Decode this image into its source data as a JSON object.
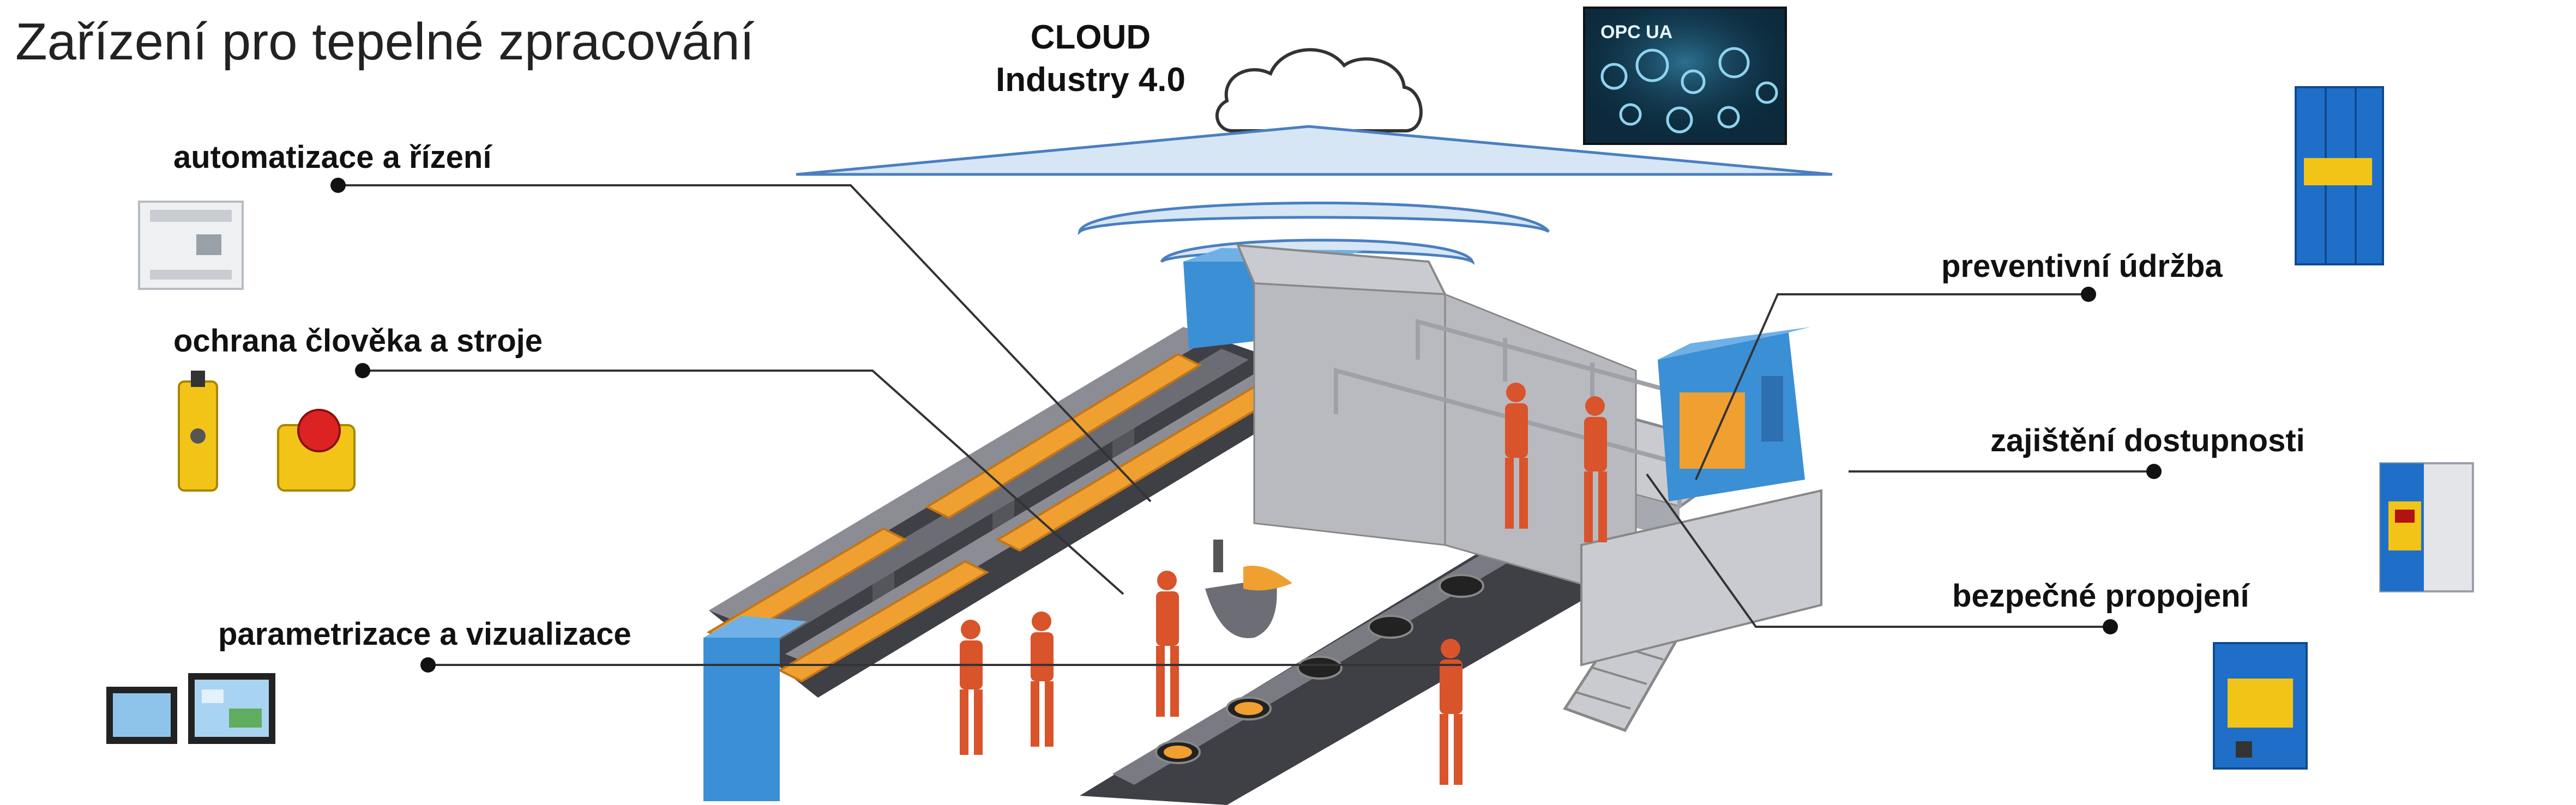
{
  "title": "Zařízení pro tepelné zpracování",
  "cloud": {
    "line1": "CLOUD",
    "line2": "Industry 4.0"
  },
  "opc_badge": {
    "text": "OPC UA"
  },
  "features": {
    "automation": "automatizace a řízení",
    "protection": "ochrana člověka a stroje",
    "parametrization": "parametrizace a vizualizace",
    "maintenance": "preventivní údržba",
    "availability": "zajištění dostupnosti",
    "connection": "bezpečné propojení"
  },
  "colors": {
    "machine_blue": "#3b8fd4",
    "conveyor_dark": "#4a4a52",
    "product_orange": "#f0a030",
    "worker_orange": "#d9532b",
    "platform_grey": "#c9cbd1",
    "wave_blue": "#d6e6f5",
    "wave_stroke": "#4a7fc0",
    "leader_line": "#333333",
    "relay_blue": "#1f6fc9",
    "relay_yellow": "#f2c417",
    "estop_red": "#d22"
  }
}
